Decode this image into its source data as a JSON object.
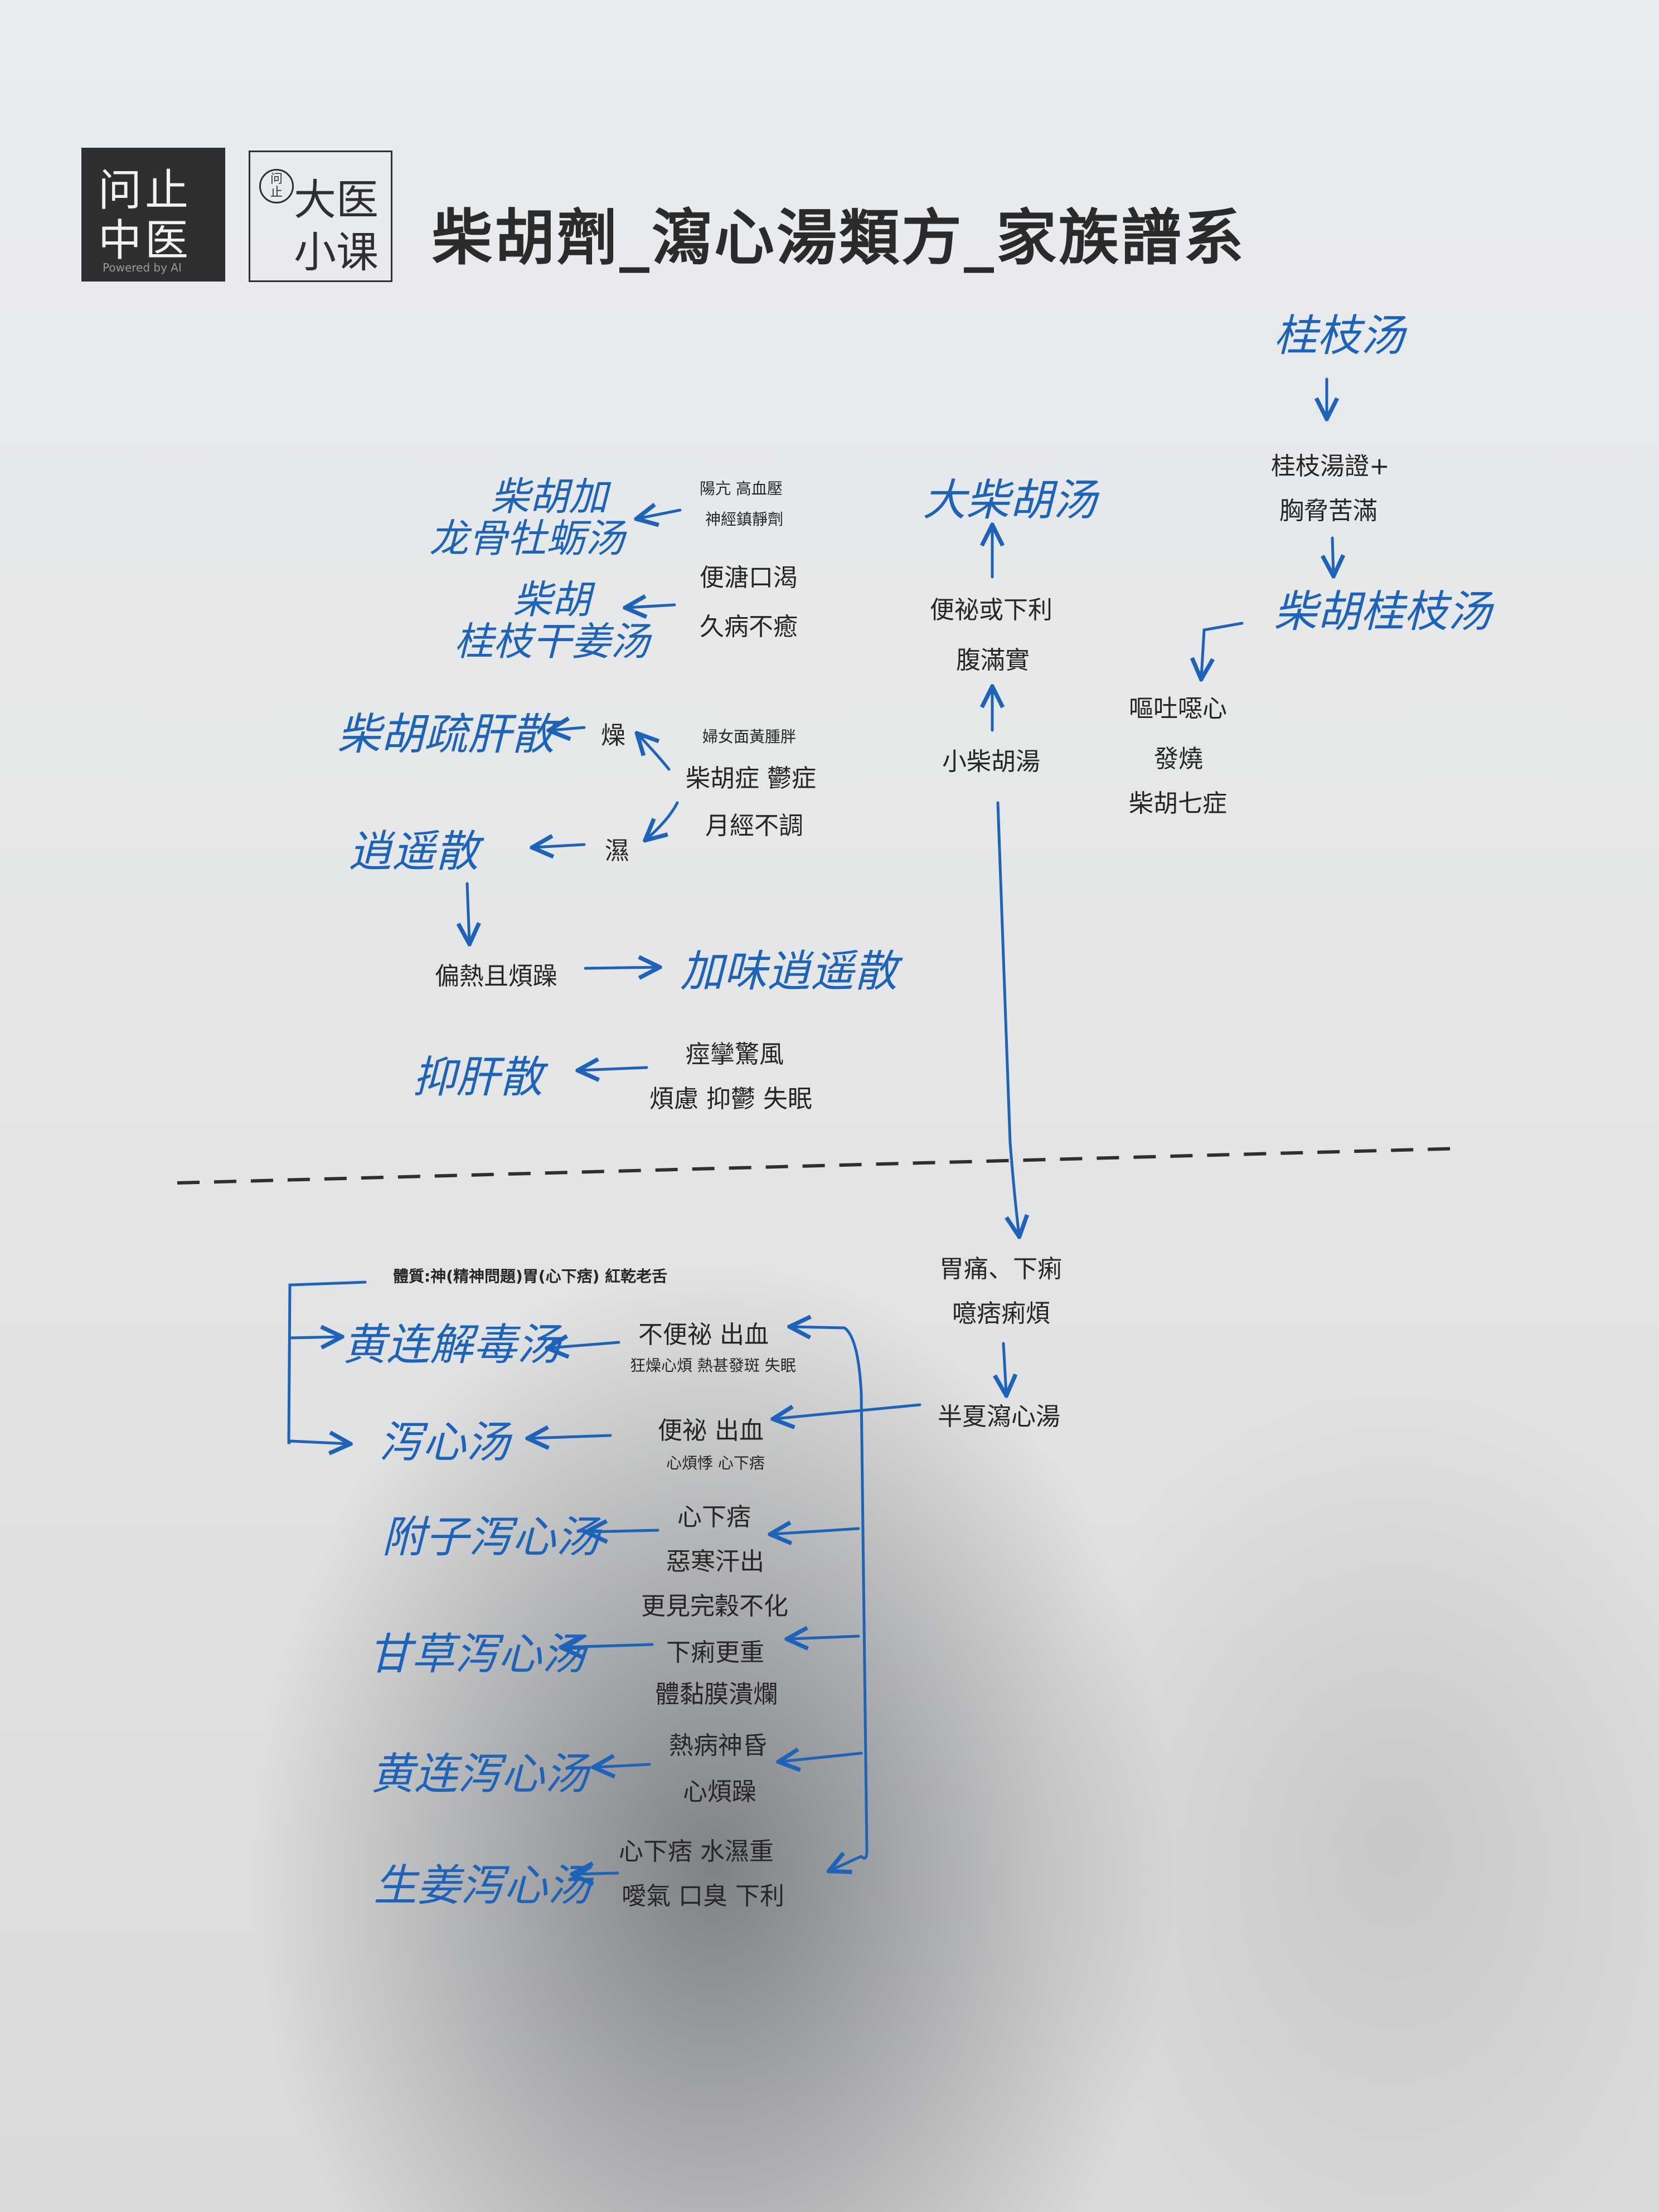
{
  "logo": {
    "box1_line1": "问止",
    "box1_line2": "中医",
    "box1_tag": "Powered by AI",
    "box2_circle_top": "问",
    "box2_circle_bottom": "止",
    "box2_line1": "大医",
    "box2_line2": "小课"
  },
  "title": "柴胡劑_瀉心湯類方_家族譜系",
  "upper": {
    "guizhi": {
      "root": "桂枝汤",
      "sign_1": "桂枝湯證+",
      "sign_2": "胸脅苦滿",
      "result": "柴胡桂枝汤",
      "sx_1": "嘔吐噁心",
      "sx_2": "發燒",
      "sx_3": "柴胡七症"
    },
    "xiaochaihu": {
      "name": "小柴胡湯",
      "sx_1": "便祕或下利",
      "sx_2": "腹滿實",
      "result": "大柴胡汤"
    },
    "left": {
      "a_sx_1": "陽亢  高血壓",
      "a_sx_2": "神經鎮靜劑",
      "a_result_1": "柴胡加",
      "a_result_2": "龙骨牡蛎汤",
      "b_sx_1": "便溏口渴",
      "b_sx_2": "久病不癒",
      "b_result_1": "柴胡",
      "b_result_2": "桂枝干姜汤",
      "c_note": "婦女面黃腫胖",
      "c_sx_1": "柴胡症  鬱症",
      "c_sx_2": "月經不調",
      "dry": "燥",
      "damp": "濕",
      "dry_result": "柴胡疏肝散",
      "damp_result": "逍遥散",
      "heat": "偏熱且煩躁",
      "heat_result": "加味逍遥散",
      "d_sx_1": "痙攣驚風",
      "d_sx_2": "煩慮  抑鬱  失眠",
      "d_result": "抑肝散"
    }
  },
  "lower": {
    "stomach_1": "胃痛、下痢",
    "stomach_2": "噫痞痢煩",
    "banxia": "半夏瀉心湯",
    "constitution": "體質:神(精神問題)胃(心下痞) 紅乾老舌",
    "r1_sx": "不便祕  出血",
    "r1_sub": "狂燥心煩 熱甚發斑 失眠",
    "r1_result": "黄连解毒汤",
    "r2_sx": "便祕 出血",
    "r2_sub": "心煩悸 心下痞",
    "r2_result": "泻心汤",
    "r3_sx_1": "心下痞",
    "r3_sx_2": "惡寒汗出",
    "r3_result": "附子泻心汤",
    "r4_sx_1": "更見完穀不化",
    "r4_sx_2": "下痢更重",
    "r4_sx_3": "體黏膜潰爛",
    "r4_result": "甘草泻心汤",
    "r5_sx_1": "熱病神昏",
    "r5_sx_2": "心煩躁",
    "r5_result": "黄连泻心汤",
    "r6_sx_1": "心下痞 水濕重",
    "r6_sx_2": "噯氣 口臭 下利",
    "r6_result": "生姜泻心汤"
  },
  "colors": {
    "ink": "#1f63b8",
    "print": "#262626",
    "logo_bg": "#2f2f31"
  }
}
